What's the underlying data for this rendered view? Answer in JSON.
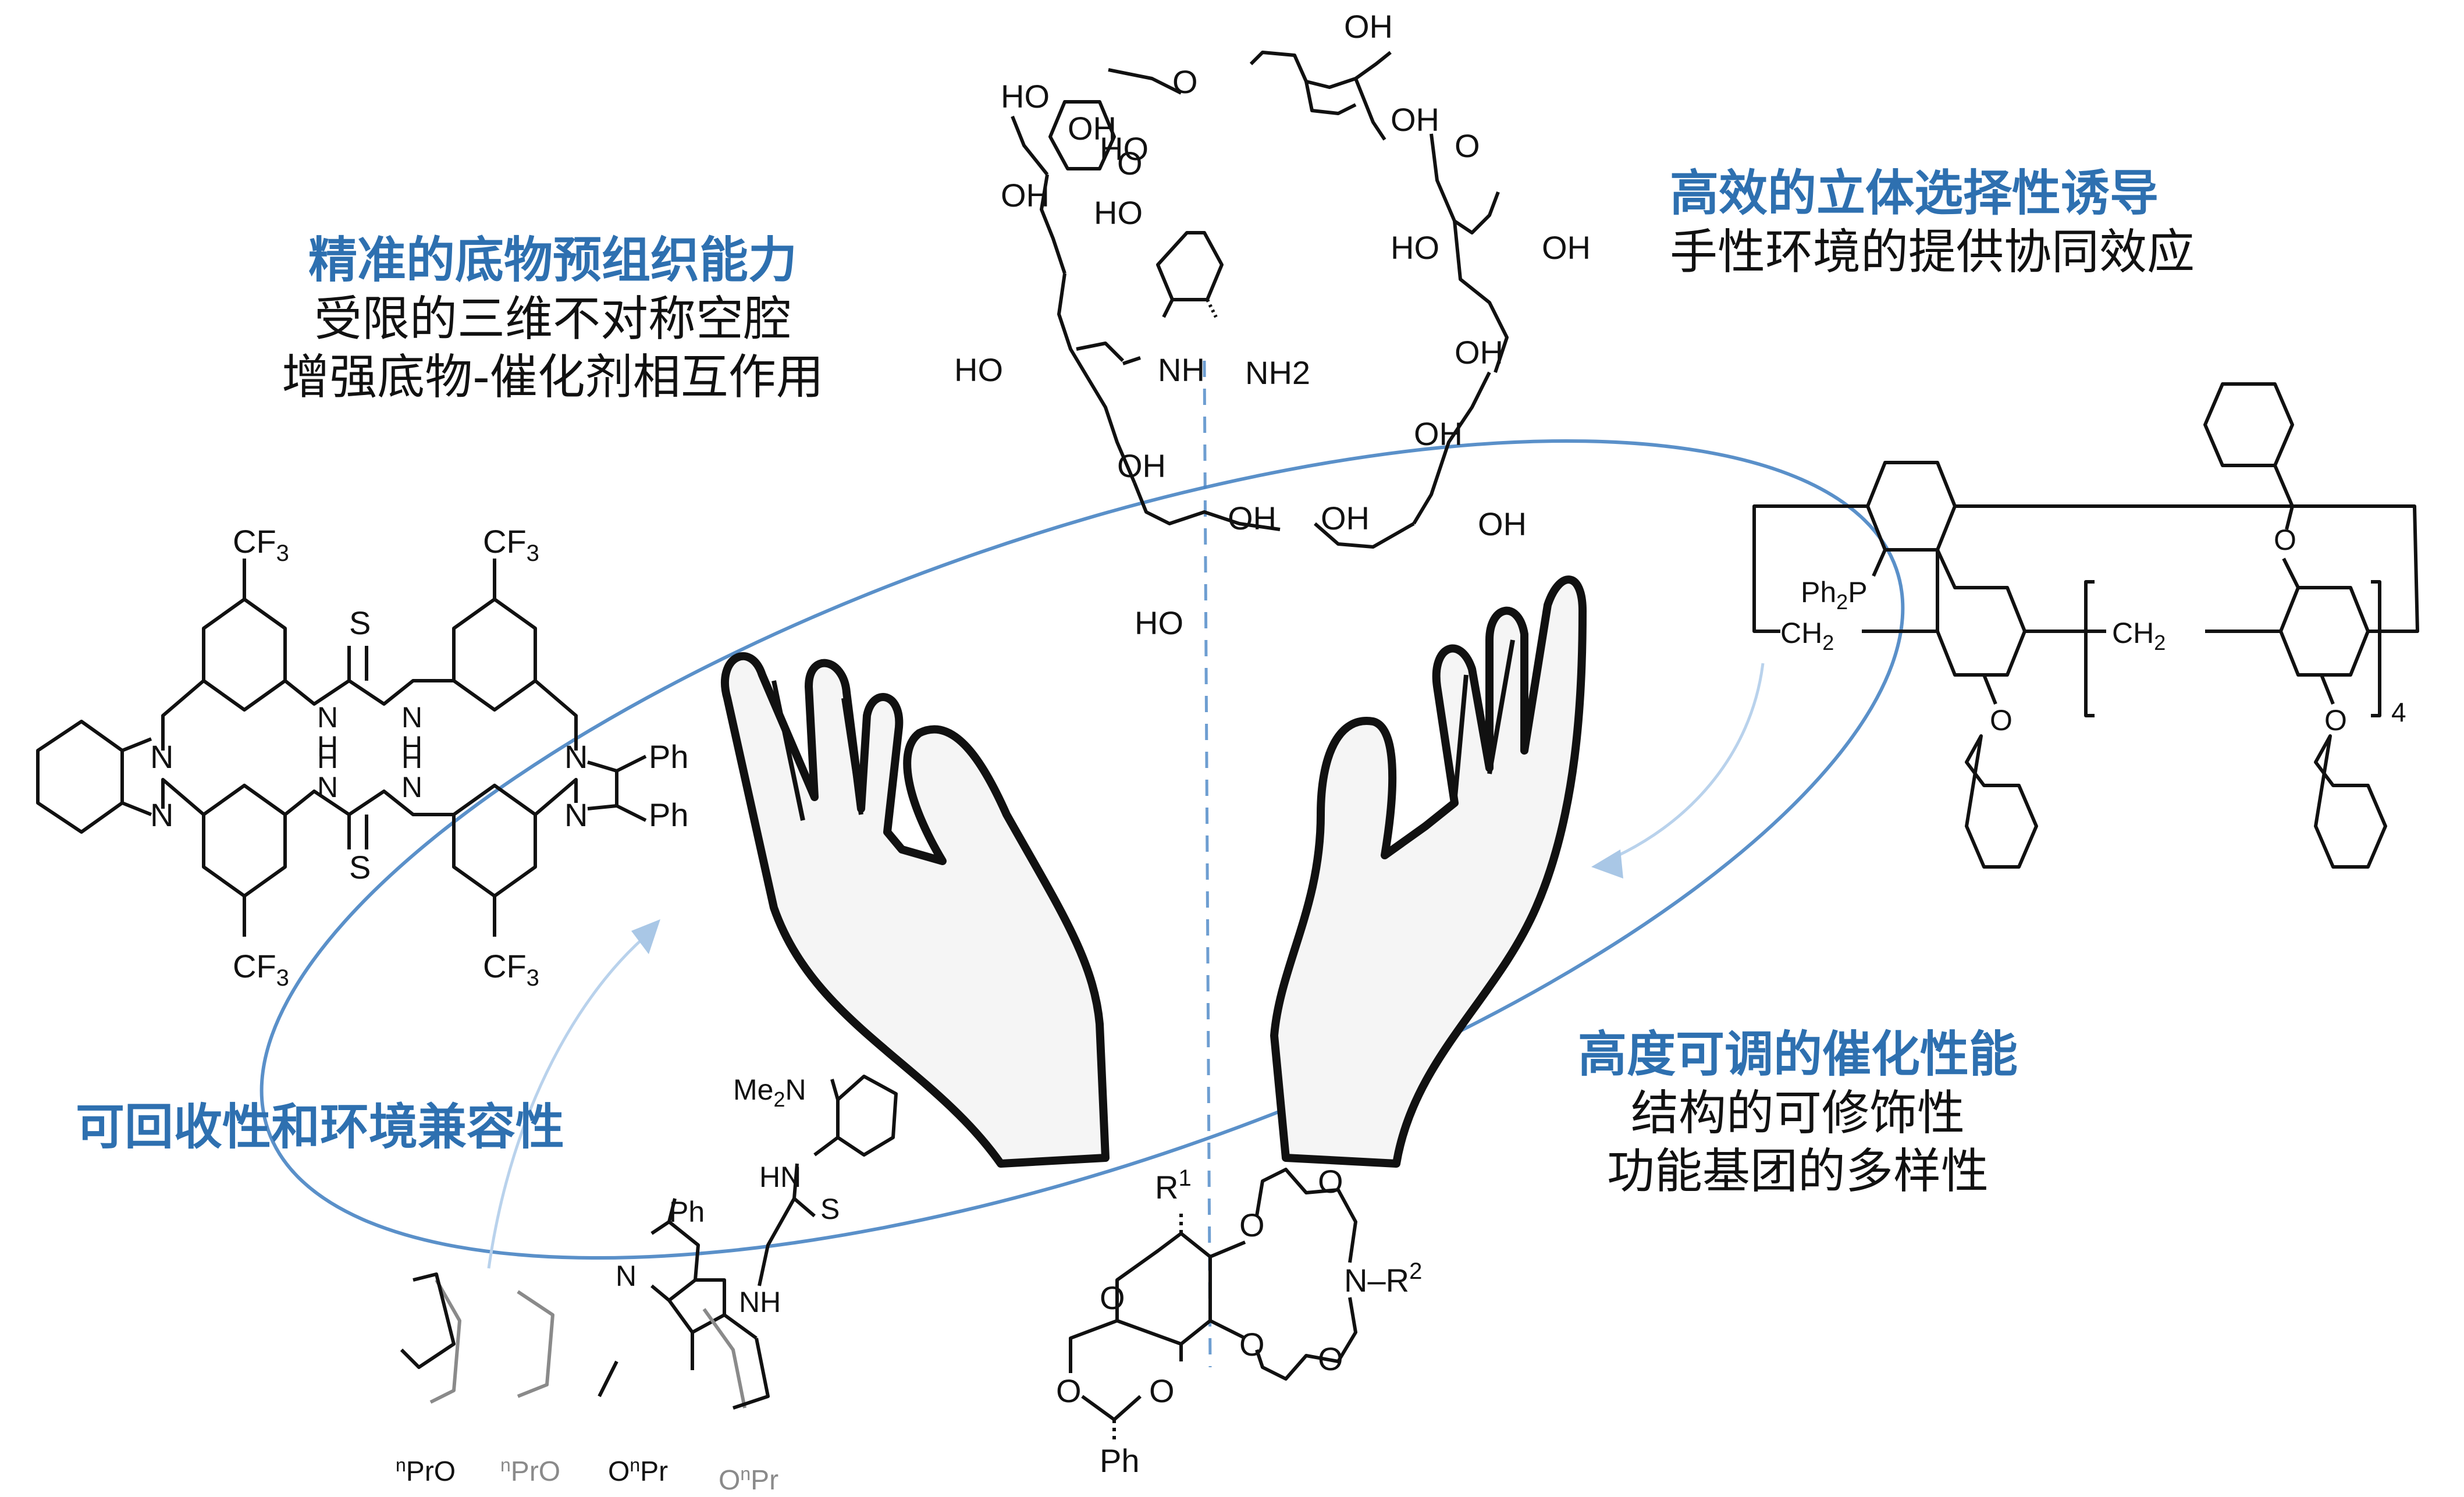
{
  "accent_color": "#2e70b0",
  "captions": {
    "top_left": {
      "title": "精准的底物预组织能力",
      "lines": [
        "受限的三维不对称空腔",
        "增强底物-催化剂相互作用"
      ]
    },
    "top_right": {
      "title": "高效的立体选择性诱导",
      "lines": [
        "手性环境的提供协同效应"
      ]
    },
    "bottom_right": {
      "title": "高度可调的催化性能",
      "lines": [
        "结构的可修饰性",
        "功能基团的多样性"
      ]
    },
    "bottom_left": {
      "title": "可回收性和环境兼容性"
    }
  },
  "structures": {
    "cyclodextrin": {
      "labels": [
        "HO",
        "OH",
        "HO",
        "OH",
        "HO",
        "OH",
        "O",
        "O",
        "O",
        "OH",
        "HO",
        "OH",
        "HO",
        "OH",
        "NH",
        "NH2",
        "OH",
        "OH",
        "OH",
        "OH",
        "HO",
        "OH"
      ],
      "guest_labels": {
        "amine": "NH",
        "amine2": "NH",
        "sub": "2"
      }
    },
    "thiourea_macrocycle": {
      "cf3": "CF",
      "cf3_sub": "3",
      "s": "S",
      "n": "N",
      "h": "H",
      "ph": "Ph"
    },
    "calixarene_phosphine": {
      "ph2p": "Ph",
      "ph2p_sub": "2",
      "ph2p_p": "P",
      "ch2": "CH",
      "ch2_sub": "2",
      "o": "O",
      "repeat": "4"
    },
    "calixarene_thiourea": {
      "me2n": "Me",
      "me2n_sub": "2",
      "me2n_n": "N",
      "hn": "HN",
      "nh": "NH",
      "s": "S",
      "n": "N",
      "ph": "Ph",
      "npro_sup": "n",
      "pr": "Pr",
      "o": "O"
    },
    "crown_ether_sugar": {
      "r1": "R",
      "r1_sup": "1",
      "r2": "R",
      "r2_sup": "2",
      "n": "N",
      "o": "O",
      "ph": "Ph"
    }
  },
  "icons": {
    "hands": "open-cupped-hands",
    "cycle_ellipse": "recycling-ellipse",
    "arrows": [
      "curved-arrow-right",
      "curved-arrow-left"
    ]
  }
}
